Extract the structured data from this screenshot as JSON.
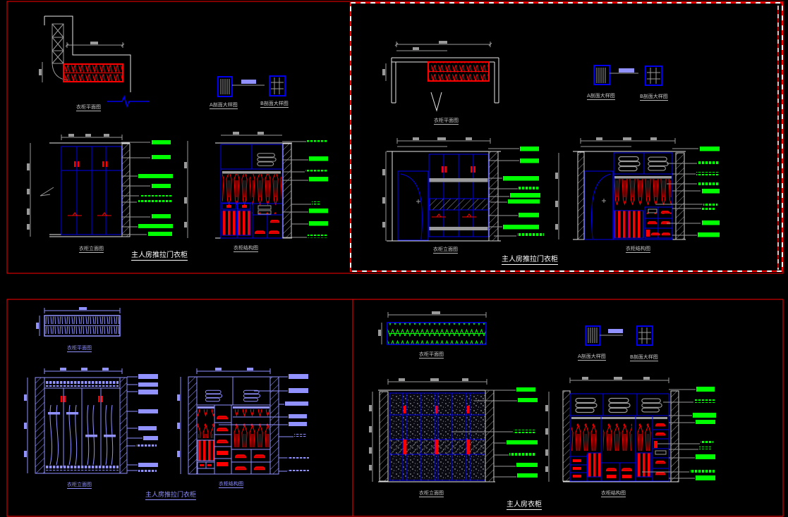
{
  "app": {
    "type": "cad-drawing-canvas",
    "background": "#000000"
  },
  "labels": {
    "plan": "衣柜平面图",
    "elevation": "衣柜立面图",
    "structure": "衣柜结构图",
    "detail_a": "A剖面大样图",
    "detail_b": "B剖面大样图"
  },
  "titles": {
    "top_left": "主人房推拉门衣柜",
    "top_right": "主人房推拉门衣柜",
    "bottom_left": "主人房推拉门衣柜",
    "bottom_right": "主人房衣柜"
  },
  "colors": {
    "background": "#000000",
    "sheet_border_red": "#ff0000",
    "frame_blue": "#0000ee",
    "annotation_green": "#00ff00",
    "linework_purple": "#9191ff",
    "linework_gray": "#9a9a9a",
    "linework_white": "#ffffff",
    "selection_dash_white": "#ffffff"
  },
  "highlight": {
    "quadrant": "top_right",
    "border_style": "red-white dashed selection rectangle"
  }
}
